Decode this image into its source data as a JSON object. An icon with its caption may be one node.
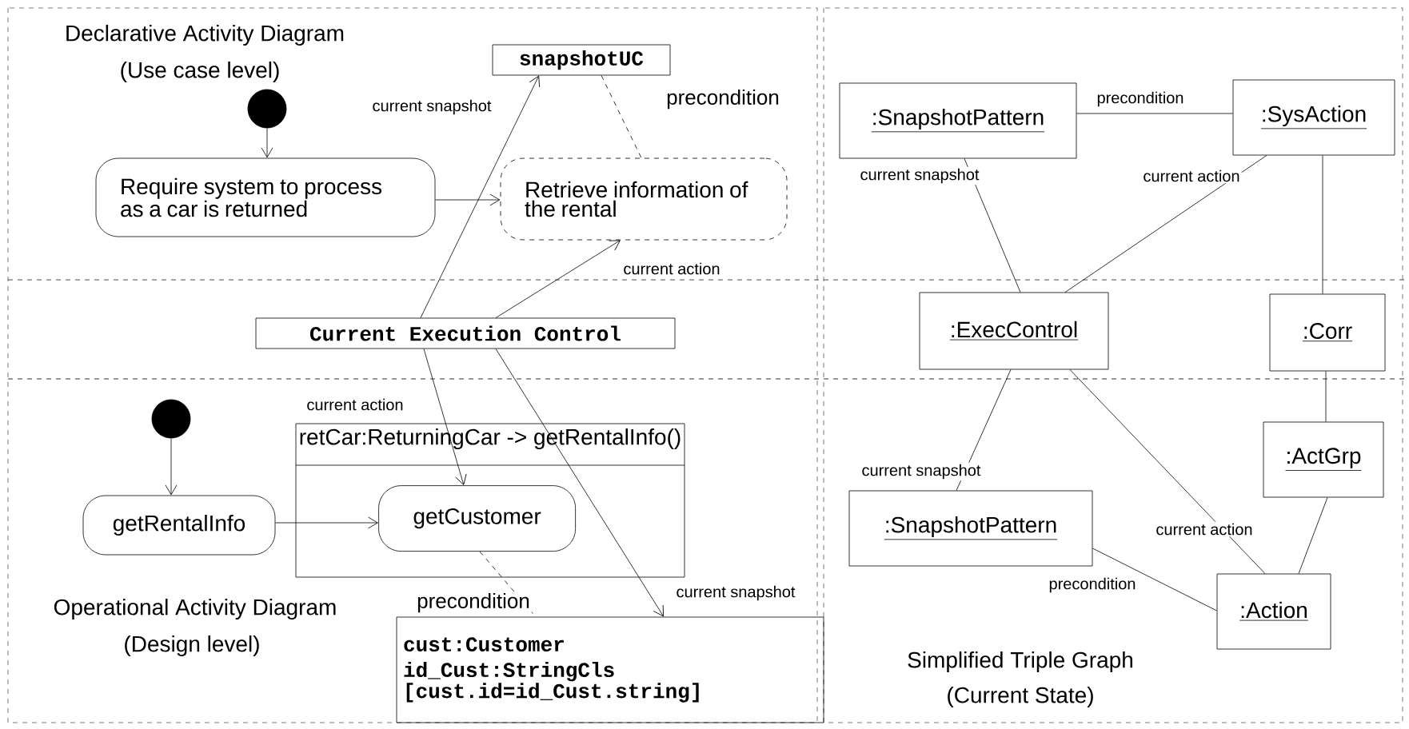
{
  "diagram": {
    "nodes": [
      {
        "text": [],
        "shape": "circle"
      },
      {
        "text": [
          "Require system to process as a car is returned"
        ]
      },
      {
        "text": [
          "snapshotUC"
        ]
      },
      {
        "text": [
          "Retrieve information of the rental"
        ]
      },
      {
        "text": [
          "Current Execution Control"
        ]
      },
      {
        "text": [],
        "shape": "circle"
      },
      {
        "text": [
          "getRentalInfo"
        ]
      },
      {
        "text": [
          "retCar:ReturningCar -> getRentalInfo()"
        ]
      },
      {
        "text": [
          "getCustomer"
        ],
        "in": 7
      },
      {
        "text": [
          "cust:Customer",
          "id_Cust:StringCls",
          "[cust.id=id_Cust.string]"
        ]
      },
      {
        "text": [
          ":SnapshotPattern"
        ]
      },
      {
        "text": [
          ":SysAction"
        ]
      },
      {
        "text": [
          ":ExecControl"
        ]
      },
      {
        "text": [
          ":Corr"
        ]
      },
      {
        "text": [
          ":ActGrp"
        ]
      },
      {
        "text": [
          ":SnapshotPattern"
        ]
      },
      {
        "text": [
          ":Action"
        ]
      }
    ],
    "edges": [
      {
        "from": 0,
        "to": 1,
        "arrow": "to"
      },
      {
        "from": 1,
        "to": 3,
        "arrow": "to"
      },
      {
        "from": 4,
        "to": 2,
        "arrow": "to",
        "label": "current snapshot"
      },
      {
        "from": 2,
        "to": 3,
        "arrow": "none",
        "label": "precondition",
        "style": "dashed"
      },
      {
        "from": 4,
        "to": 3,
        "arrow": "to",
        "label": "current action"
      },
      {
        "from": 4,
        "to": 8,
        "arrow": "to",
        "label": "current action"
      },
      {
        "from": 4,
        "to": 9,
        "arrow": "to",
        "label": "current snapshot"
      },
      {
        "from": 5,
        "to": 6,
        "arrow": "to"
      },
      {
        "from": 6,
        "to": 8,
        "arrow": "to"
      },
      {
        "from": 8,
        "to": 9,
        "arrow": "none",
        "label": "precondition",
        "style": "dashed"
      },
      {
        "from": 10,
        "to": 11,
        "arrow": "none",
        "label": "precondition"
      },
      {
        "from": 12,
        "to": 10,
        "arrow": "none",
        "label": "current snapshot"
      },
      {
        "from": 12,
        "to": 11,
        "arrow": "none",
        "label": "current action"
      },
      {
        "from": 11,
        "to": 13,
        "arrow": "none"
      },
      {
        "from": 13,
        "to": 14,
        "arrow": "none"
      },
      {
        "from": 12,
        "to": 15,
        "arrow": "none",
        "label": "current snapshot"
      },
      {
        "from": 12,
        "to": 16,
        "arrow": "none",
        "label": "current action"
      },
      {
        "from": 14,
        "to": 16,
        "arrow": "none"
      },
      {
        "from": 15,
        "to": 16,
        "arrow": "none",
        "label": "precondition"
      }
    ],
    "labels": [
      "Declarative Activity Diagram",
      "(Use case level)",
      "Operational Activity Diagram",
      "(Design level)",
      "Simplified Triple Graph",
      "(Current State)"
    ]
  }
}
